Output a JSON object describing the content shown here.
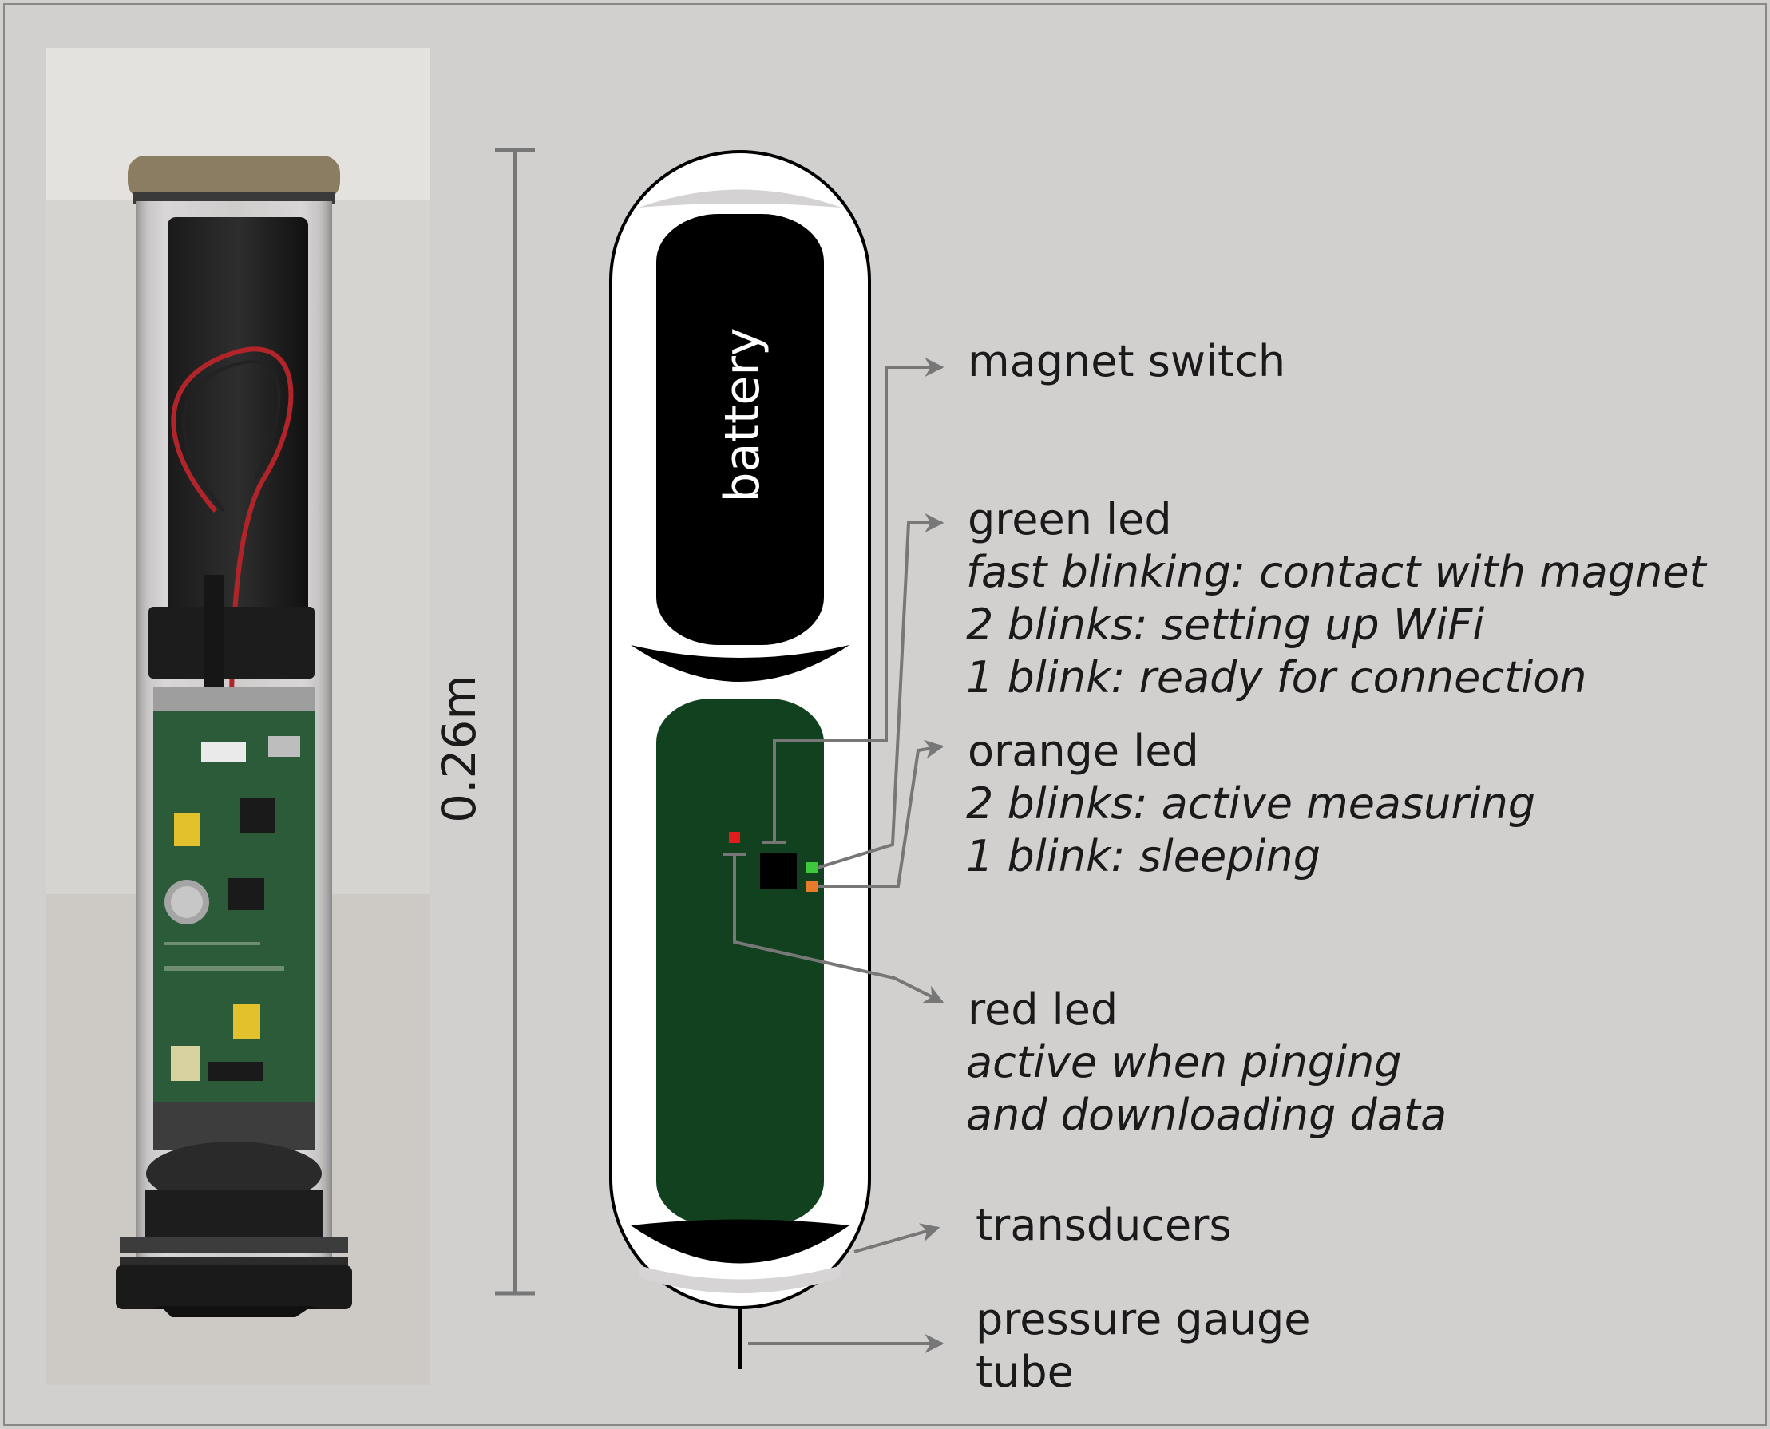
{
  "colors": {
    "background": "#d2cfcf",
    "battery": "#000000",
    "pcb": "#12411f",
    "led_green": "#3ec83c",
    "led_orange": "#e87b2a",
    "led_red": "#e21b1b",
    "leader_line": "#777777"
  },
  "dimension": {
    "label": "0.26m"
  },
  "device": {
    "battery_label": "battery"
  },
  "labels": {
    "magnet_switch": {
      "title": "magnet switch"
    },
    "green_led": {
      "title": "green led",
      "lines": [
        "fast blinking: contact with magnet",
        "2 blinks: setting up WiFi",
        "1 blink: ready for connection"
      ]
    },
    "orange_led": {
      "title": "orange led",
      "lines": [
        "2 blinks: active measuring",
        "1 blink: sleeping"
      ]
    },
    "red_led": {
      "title": "red led",
      "lines": [
        "active when pinging",
        "and downloading data"
      ]
    },
    "transducers": {
      "title": "transducers"
    },
    "pressure_gauge": {
      "lines": [
        "pressure gauge",
        "tube"
      ]
    }
  }
}
